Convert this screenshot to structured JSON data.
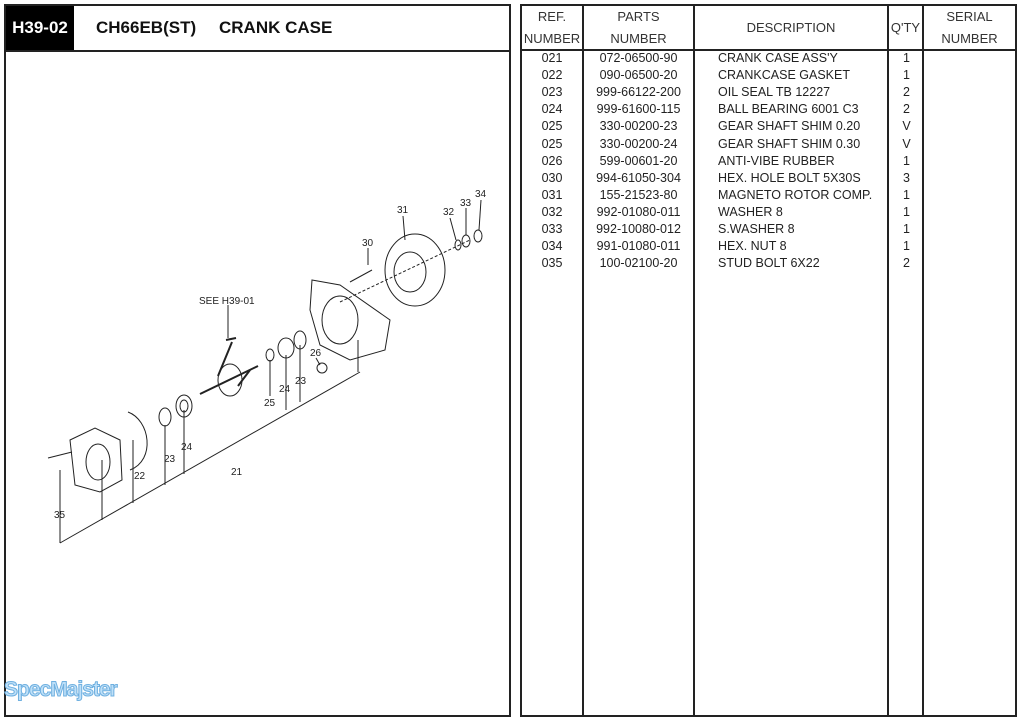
{
  "header": {
    "code": "H39-02",
    "model": "CH66EB(ST)",
    "title": "CRANK CASE"
  },
  "diagram": {
    "callouts": {
      "c31": "31",
      "c32": "32",
      "c33": "33",
      "c34": "34",
      "c30": "30",
      "see": "SEE H39-01",
      "c26": "26",
      "c23a": "23",
      "c24a": "24",
      "c25": "25",
      "c24b": "24",
      "c23b": "23",
      "c22": "22",
      "c21": "21",
      "c35": "35"
    }
  },
  "table": {
    "headers": {
      "ref1": "REF.",
      "ref2": "NUMBER",
      "parts1": "PARTS",
      "parts2": "NUMBER",
      "desc": "DESCRIPTION",
      "qty": "Q'TY",
      "serial1": "SERIAL",
      "serial2": "NUMBER"
    },
    "rows": [
      {
        "ref": "021",
        "part": "072-06500-90",
        "desc": "CRANK CASE ASS'Y",
        "qty": "1"
      },
      {
        "ref": "022",
        "part": "090-06500-20",
        "desc": "CRANKCASE GASKET",
        "qty": "1"
      },
      {
        "ref": "023",
        "part": "999-66122-200",
        "desc": "OIL SEAL TB 12227",
        "qty": "2"
      },
      {
        "ref": "024",
        "part": "999-61600-115",
        "desc": "BALL BEARING 6001 C3",
        "qty": "2"
      },
      {
        "ref": "025",
        "part": "330-00200-23",
        "desc": "GEAR SHAFT SHIM 0.20",
        "qty": "V"
      },
      {
        "ref": "025",
        "part": "330-00200-24",
        "desc": "GEAR SHAFT SHIM 0.30",
        "qty": "V"
      },
      {
        "ref": "026",
        "part": "599-00601-20",
        "desc": "ANTI-VIBE RUBBER",
        "qty": "1"
      },
      {
        "ref": "030",
        "part": "994-61050-304",
        "desc": "HEX. HOLE BOLT 5X30S",
        "qty": "3"
      },
      {
        "ref": "031",
        "part": "155-21523-80",
        "desc": "MAGNETO ROTOR COMP.",
        "qty": "1"
      },
      {
        "ref": "032",
        "part": "992-01080-011",
        "desc": "WASHER 8",
        "qty": "1"
      },
      {
        "ref": "033",
        "part": "992-10080-012",
        "desc": "S.WASHER 8",
        "qty": "1"
      },
      {
        "ref": "034",
        "part": "991-01080-011",
        "desc": "HEX. NUT 8",
        "qty": "1"
      },
      {
        "ref": "035",
        "part": "100-02100-20",
        "desc": "STUD BOLT 6X22",
        "qty": "2"
      }
    ]
  },
  "watermark": "SpecMajster"
}
